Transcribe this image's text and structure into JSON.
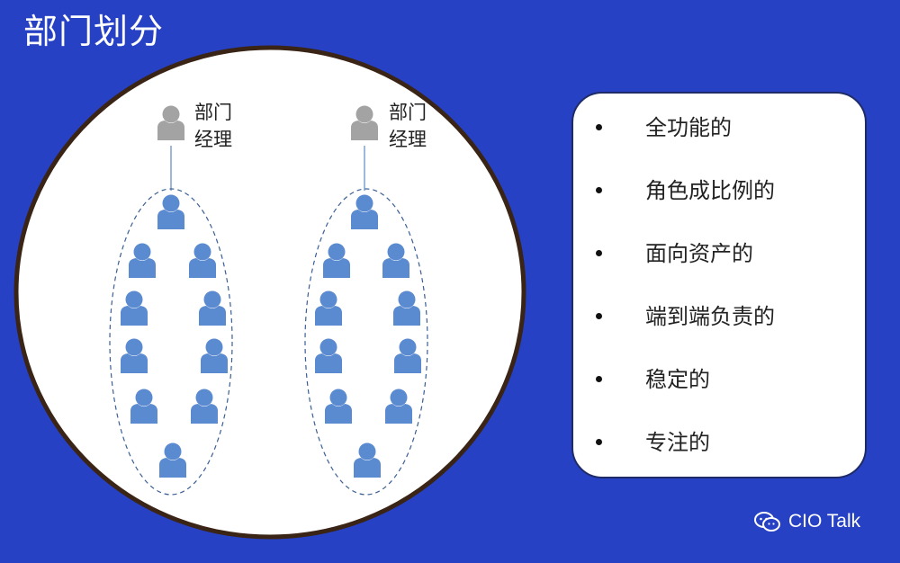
{
  "title": "部门划分",
  "groups": [
    {
      "manager_label_line1": "部门",
      "manager_label_line2": "经理"
    },
    {
      "manager_label_line1": "部门",
      "manager_label_line2": "经理"
    }
  ],
  "bullets": [
    "全功能的",
    "角色成比例的",
    "面向资产的",
    "端到端负责的",
    "稳定的",
    "专注的"
  ],
  "watermark": "CIO Talk",
  "colors": {
    "background": "#2741c4",
    "member_icon": "#5a8ad0",
    "manager_icon": "#a3a3a3",
    "circle_border": "#3a2416",
    "panel_bg": "#ffffff"
  }
}
